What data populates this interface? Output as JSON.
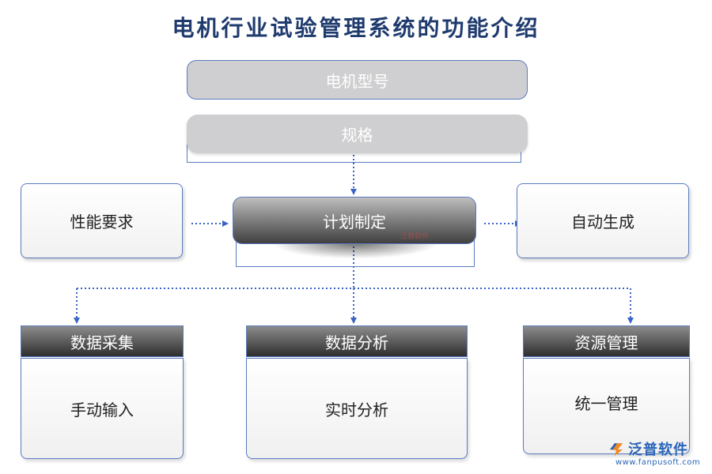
{
  "title": "电机行业试验管理系统的功能介绍",
  "top": {
    "model": "电机型号",
    "spec": "规格"
  },
  "middle": {
    "left": "性能要求",
    "center": "计划制定",
    "right": "自动生成"
  },
  "columns": [
    {
      "header": "数据采集",
      "body": "手动输入"
    },
    {
      "header": "数据分析",
      "body": "实时分析"
    },
    {
      "header": "资源管理",
      "body": "统一管理"
    }
  ],
  "logo": {
    "name": "泛普软件",
    "url": "www.fanpusoft.com",
    "watermark": "泛普软件"
  },
  "colors": {
    "title": "#1f3b6e",
    "border": "#5a7bc0",
    "connector": "#3a63c6",
    "logo": "#2a64b8"
  }
}
